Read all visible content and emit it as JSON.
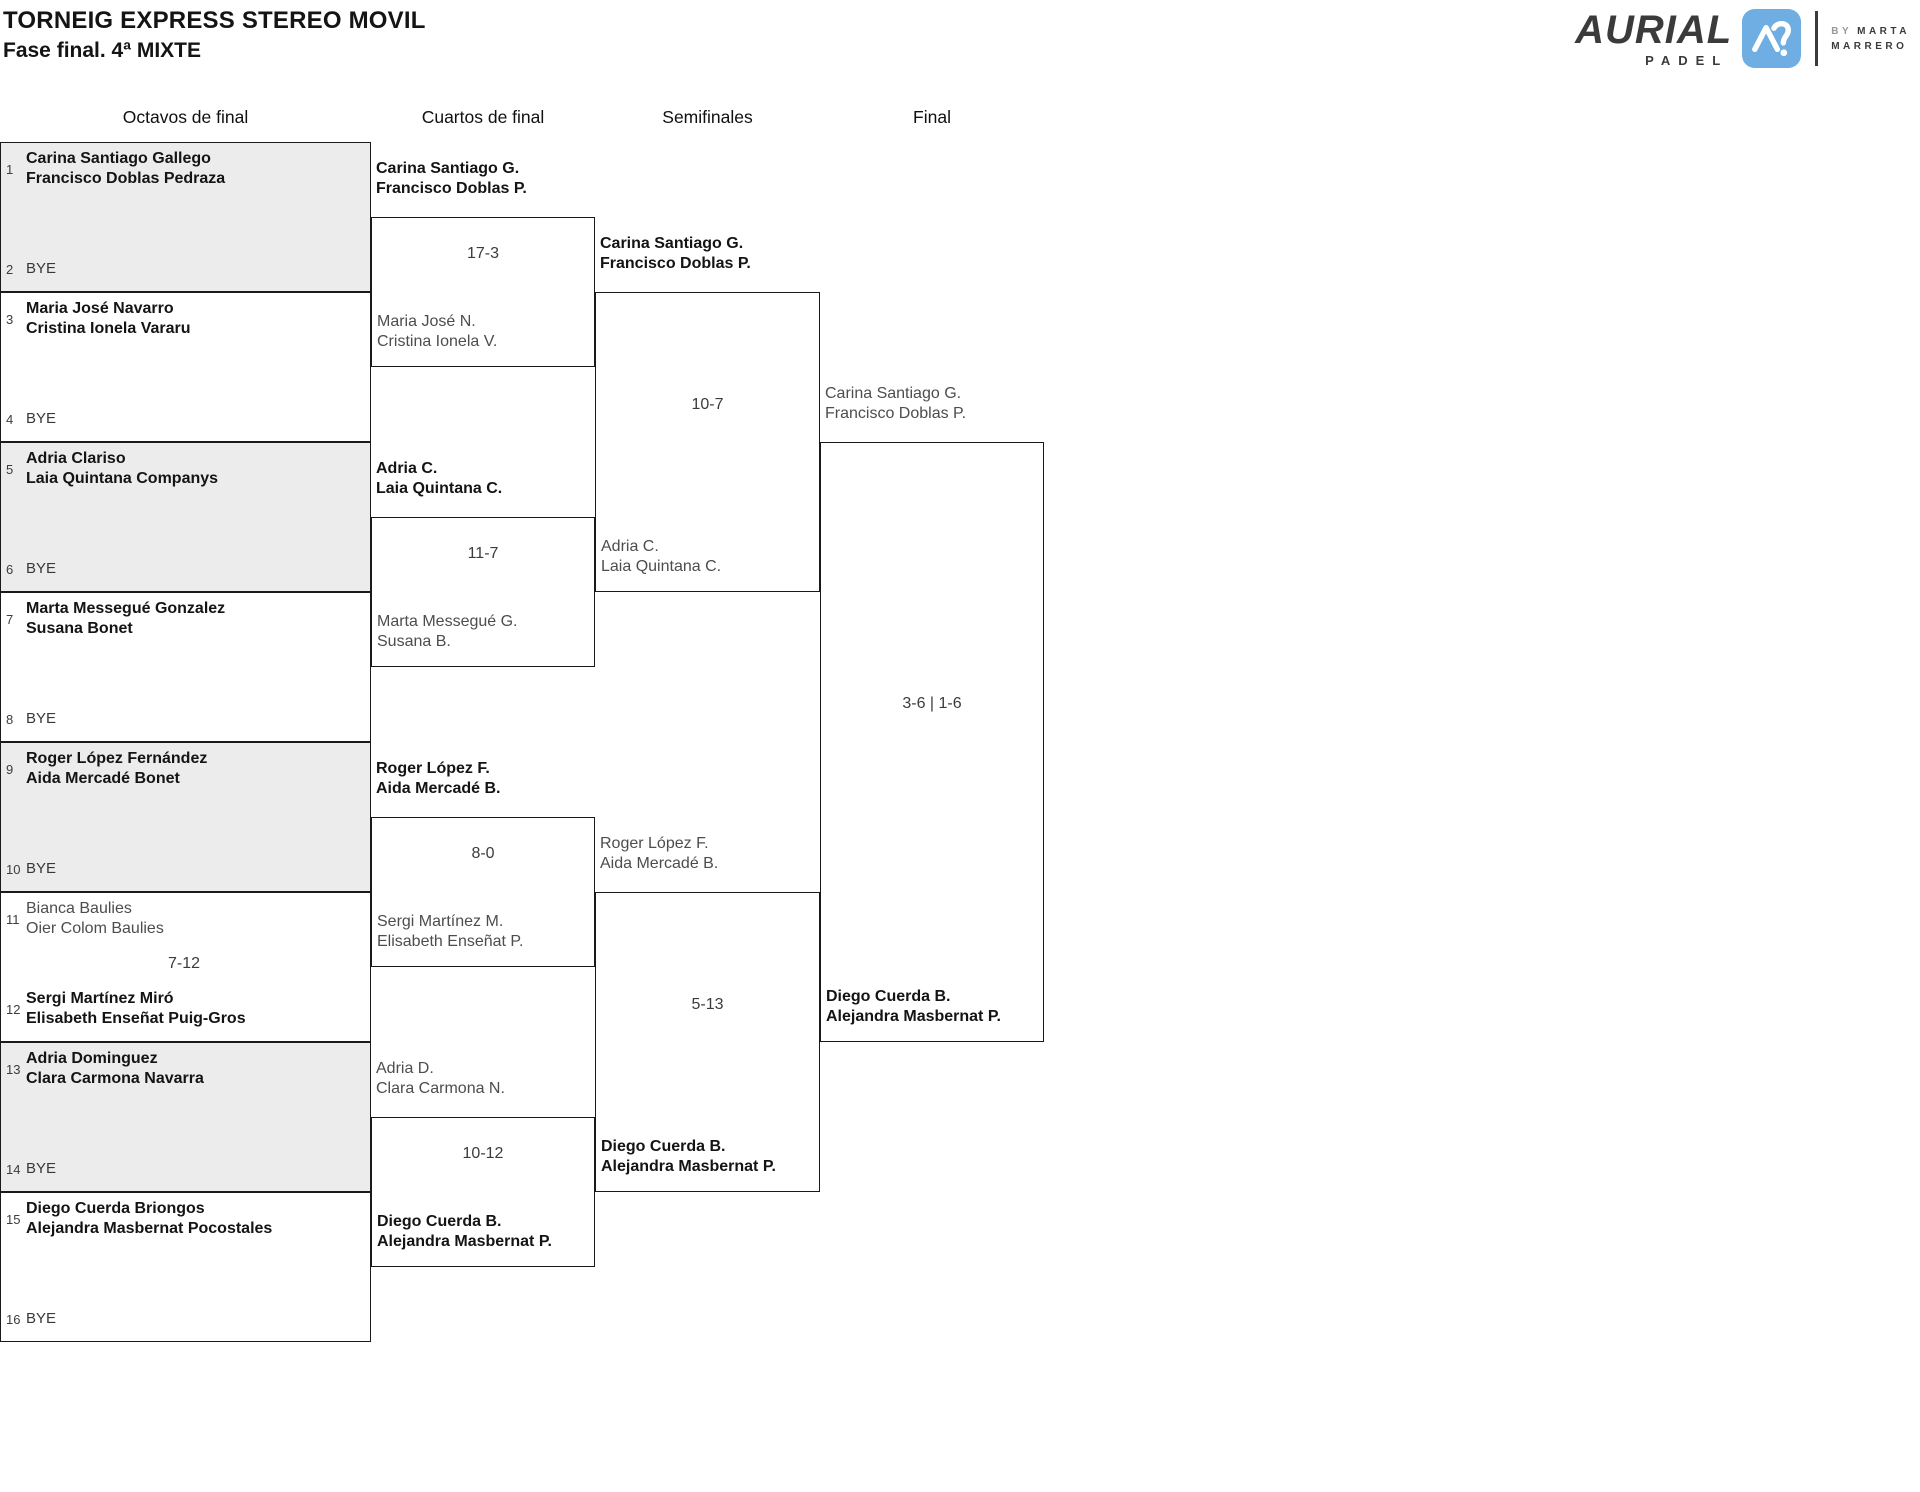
{
  "header": {
    "title": "TORNEIG EXPRESS STEREO MOVIL",
    "subtitle": "Fase final. 4ª MIXTE"
  },
  "logo": {
    "brand": "AURIAL",
    "wordmark_sub": "PADEL",
    "icon": "aurial-monogram-icon",
    "icon_blue": "#6FAEE3",
    "brand_dark": "#3B3B3B",
    "by_prefix": "BY",
    "by_name_line1": "MARTA",
    "by_name_line2": "MARRERO"
  },
  "rounds": [
    {
      "id": "octavos",
      "label": "Octavos de final"
    },
    {
      "id": "cuartos",
      "label": "Cuartos de final"
    },
    {
      "id": "semifinales",
      "label": "Semifinales"
    },
    {
      "id": "final",
      "label": "Final"
    }
  ],
  "octavos_matches": [
    {
      "shaded": true,
      "score": "",
      "top": {
        "seed": "1",
        "lines": [
          "Carina Santiago Gallego",
          "Francisco Doblas Pedraza"
        ],
        "winner": true,
        "bye": false
      },
      "bottom": {
        "seed": "2",
        "lines": [
          "BYE"
        ],
        "winner": false,
        "bye": true
      }
    },
    {
      "shaded": false,
      "score": "",
      "top": {
        "seed": "3",
        "lines": [
          "Maria José Navarro",
          "Cristina Ionela Vararu"
        ],
        "winner": true,
        "bye": false
      },
      "bottom": {
        "seed": "4",
        "lines": [
          "BYE"
        ],
        "winner": false,
        "bye": true
      }
    },
    {
      "shaded": true,
      "score": "",
      "top": {
        "seed": "5",
        "lines": [
          "Adria Clariso",
          "Laia Quintana Companys"
        ],
        "winner": true,
        "bye": false
      },
      "bottom": {
        "seed": "6",
        "lines": [
          "BYE"
        ],
        "winner": false,
        "bye": true
      }
    },
    {
      "shaded": false,
      "score": "",
      "top": {
        "seed": "7",
        "lines": [
          "Marta Messegué Gonzalez",
          "Susana Bonet"
        ],
        "winner": true,
        "bye": false
      },
      "bottom": {
        "seed": "8",
        "lines": [
          "BYE"
        ],
        "winner": false,
        "bye": true
      }
    },
    {
      "shaded": true,
      "score": "",
      "top": {
        "seed": "9",
        "lines": [
          "Roger López Fernández",
          "Aida Mercadé Bonet"
        ],
        "winner": true,
        "bye": false
      },
      "bottom": {
        "seed": "10",
        "lines": [
          "BYE"
        ],
        "winner": false,
        "bye": true
      }
    },
    {
      "shaded": false,
      "score": "7-12",
      "top": {
        "seed": "11",
        "lines": [
          "Bianca Baulies",
          "Oier Colom Baulies"
        ],
        "winner": false,
        "bye": false
      },
      "bottom": {
        "seed": "12",
        "lines": [
          "Sergi Martínez Miró",
          "Elisabeth Enseñat Puig-Gros"
        ],
        "winner": true,
        "bye": false
      }
    },
    {
      "shaded": true,
      "score": "",
      "top": {
        "seed": "13",
        "lines": [
          "Adria Dominguez",
          "Clara Carmona Navarra"
        ],
        "winner": true,
        "bye": false
      },
      "bottom": {
        "seed": "14",
        "lines": [
          "BYE"
        ],
        "winner": false,
        "bye": true
      }
    },
    {
      "shaded": false,
      "score": "",
      "top": {
        "seed": "15",
        "lines": [
          "Diego Cuerda Briongos",
          "Alejandra Masbernat Pocostales"
        ],
        "winner": true,
        "bye": false
      },
      "bottom": {
        "seed": "16",
        "lines": [
          "BYE"
        ],
        "winner": false,
        "bye": true
      }
    }
  ],
  "cuartos_matches": [
    {
      "score": "17-3",
      "above": {
        "lines": [
          "Carina Santiago G.",
          "Francisco Doblas P."
        ],
        "winner": true
      },
      "inside": {
        "lines": [
          "Maria José N.",
          "Cristina Ionela V."
        ],
        "winner": false
      }
    },
    {
      "score": "11-7",
      "above": {
        "lines": [
          "Adria C.",
          "Laia Quintana C."
        ],
        "winner": true
      },
      "inside": {
        "lines": [
          "Marta Messegué G.",
          "Susana B."
        ],
        "winner": false
      }
    },
    {
      "score": "8-0",
      "above": {
        "lines": [
          "Roger López F.",
          "Aida Mercadé B."
        ],
        "winner": true
      },
      "inside": {
        "lines": [
          "Sergi Martínez M.",
          "Elisabeth Enseñat P."
        ],
        "winner": false
      }
    },
    {
      "score": "10-12",
      "above": {
        "lines": [
          "Adria D.",
          "Clara Carmona N."
        ],
        "winner": false
      },
      "inside": {
        "lines": [
          "Diego Cuerda B.",
          "Alejandra Masbernat P."
        ],
        "winner": true
      }
    }
  ],
  "semifinal_matches": [
    {
      "score": "10-7",
      "above": {
        "lines": [
          "Carina Santiago G.",
          "Francisco Doblas P."
        ],
        "winner": true
      },
      "inside": {
        "lines": [
          "Adria C.",
          "Laia Quintana C."
        ],
        "winner": false
      }
    },
    {
      "score": "5-13",
      "above": {
        "lines": [
          "Roger López F.",
          "Aida Mercadé B."
        ],
        "winner": false
      },
      "inside": {
        "lines": [
          "Diego Cuerda B.",
          "Alejandra Masbernat P."
        ],
        "winner": true
      }
    }
  ],
  "final_match": {
    "score": "3-6 | 1-6",
    "above": {
      "lines": [
        "Carina Santiago G.",
        "Francisco Doblas P."
      ],
      "winner": false
    },
    "inside": {
      "lines": [
        "Diego Cuerda B.",
        "Alejandra Masbernat P."
      ],
      "winner": true
    }
  }
}
